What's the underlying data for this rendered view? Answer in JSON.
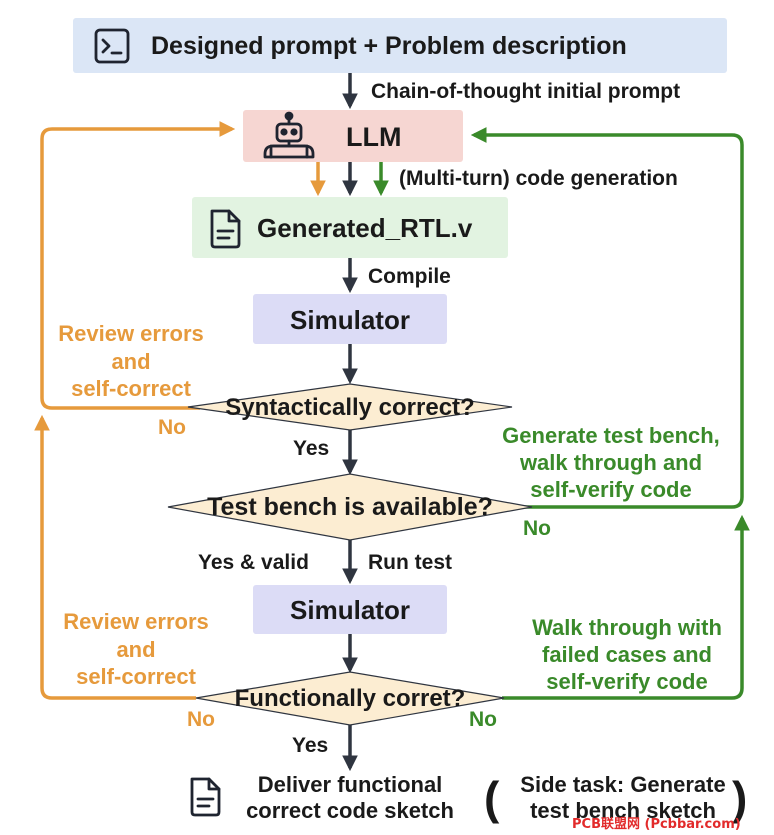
{
  "colors": {
    "orange": "#e69a3c",
    "green": "#3a8a2a",
    "dark": "#2f3540",
    "prompt_box": "#dbe6f6",
    "llm_box": "#f6d6d2",
    "rtl_box": "#e2f3e1",
    "sim_box": "#dcdcf6",
    "diamond": "#fcedd2"
  },
  "nodes": {
    "prompt": "Designed prompt + Problem description",
    "llm": "LLM",
    "rtl": "Generated_RTL.v",
    "simulator1": "Simulator",
    "syntax_check": "Syntactically correct?",
    "testbench_check": "Test bench is available?",
    "simulator2": "Simulator",
    "func_check": "Functionally corret?",
    "deliver_line1": "Deliver functional",
    "deliver_line2": "correct code sketch",
    "side_line1": "Side task: Generate",
    "side_line2": "test bench sketch"
  },
  "edges": {
    "cot": "Chain-of-thought initial prompt",
    "codegen": "(Multi-turn) code generation",
    "compile": "Compile",
    "yes1": "Yes",
    "no_syntax": "No",
    "yes_valid": "Yes & valid",
    "run_test": "Run test",
    "no_testbench": "No",
    "no_func_left": "No",
    "no_func_right": "No",
    "yes_final": "Yes"
  },
  "feedback": {
    "review1": [
      "Review errors",
      "and",
      "self-correct"
    ],
    "review2": [
      "Review errors",
      "and",
      "self-correct"
    ],
    "gen_tb": [
      "Generate test bench,",
      "walk through and",
      "self-verify code"
    ],
    "walk_failed": [
      "Walk through with",
      "failed cases and",
      "self-verify code"
    ]
  },
  "icons": [
    "terminal-icon",
    "robot-icon",
    "document-icon",
    "document-icon"
  ],
  "watermark": "PCB联盟网 (Pcbbar.com)"
}
